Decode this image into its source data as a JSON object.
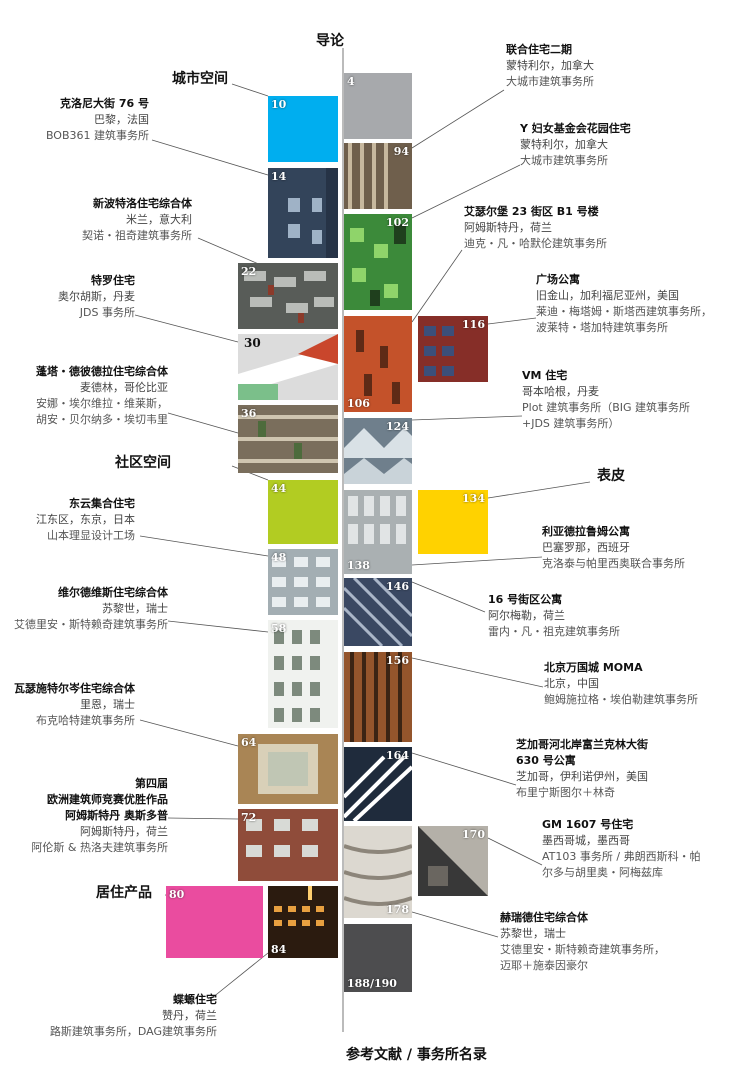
{
  "headings": {
    "top": "导论",
    "bottom": "参考文献 / 事务所名录",
    "urban": "城市空间",
    "community": "社区空间",
    "skin": "表皮",
    "product": "居住产品"
  },
  "colors": {
    "cyan": "#00aeef",
    "lime": "#b2cc22",
    "yellow": "#ffd200",
    "magenta": "#ea4c9f",
    "gray": "#a7a9ac",
    "dark": "#4d4d4f"
  },
  "tiles": {
    "t4": "4",
    "t10": "10",
    "t14": "14",
    "t22": "22",
    "t30": "30",
    "t36": "36",
    "t44": "44",
    "t48": "48",
    "t58": "58",
    "t64": "64",
    "t72": "72",
    "t80": "80",
    "t84": "84",
    "t94": "94",
    "t102": "102",
    "t106": "106",
    "t116": "116",
    "t124": "124",
    "t134": "134",
    "t138": "138",
    "t146": "146",
    "t156": "156",
    "t164": "164",
    "t170": "170",
    "t178": "178",
    "t188": "188/190"
  },
  "left": [
    {
      "title": "克洛尼大街 76 号",
      "place": "巴黎，法国",
      "firm": "BOB361 建筑事务所"
    },
    {
      "title": "新波特洛住宅综合体",
      "place": "米兰，意大利",
      "firm": "契诺・祖奇建筑事务所"
    },
    {
      "title": "特罗住宅",
      "place": "奥尔胡斯，丹麦",
      "firm": "JDS 事务所"
    },
    {
      "title": "蓬塔・德彼德拉住宅综合体",
      "place": "麦德林，哥伦比亚",
      "firm": "安娜・埃尔维拉・维莱斯，",
      "firm2": "胡安・贝尔纳多・埃切韦里"
    },
    {
      "title": "东云集合住宅",
      "place": "江东区，东京，日本",
      "firm": "山本理显设计工场"
    },
    {
      "title": "维尔德维斯住宅综合体",
      "place": "苏黎世，瑞士",
      "firm": "艾德里安・斯特赖奇建筑事务所"
    },
    {
      "title": "瓦瑟施特尔岑住宅综合体",
      "place": "里恩，瑞士",
      "firm": "布克哈特建筑事务所"
    },
    {
      "title": "第四届",
      "title2": "欧洲建筑师竞赛优胜作品",
      "title3": "阿姆斯特丹   奥斯多普",
      "place": "阿姆斯特丹，荷兰",
      "firm": "阿伦斯 & 热洛夫建筑事务所"
    },
    {
      "title": "蝶螈住宅",
      "place": "赞丹，荷兰",
      "firm": "路斯建筑事务所，DAG建筑事务所"
    }
  ],
  "right": [
    {
      "title": "联合住宅二期",
      "place": "蒙特利尔，加拿大",
      "firm": "大城市建筑事务所"
    },
    {
      "title": "Y 妇女基金会花园住宅",
      "place": "蒙特利尔，加拿大",
      "firm": "大城市建筑事务所"
    },
    {
      "title": "艾瑟尔堡 23 街区 B1 号楼",
      "place": "阿姆斯特丹，荷兰",
      "firm": "迪克・凡・哈默伦建筑事务所"
    },
    {
      "title": "广场公寓",
      "place": "旧金山，加利福尼亚州，美国",
      "firm": "莱迪・梅塔姆・斯塔西建筑事务所，",
      "firm2": "波莱特・塔加特建筑事务所"
    },
    {
      "title": "VM 住宅",
      "place": "哥本哈根，丹麦",
      "firm": "Plot 建筑事务所（BIG 建筑事务所",
      "firm2": "+JDS 建筑事务所）"
    },
    {
      "title": "利亚德拉鲁姆公寓",
      "place": "巴塞罗那，西班牙",
      "firm": "克洛泰与帕里西奥联合事务所"
    },
    {
      "title": "16 号街区公寓",
      "place": "阿尔梅勒，荷兰",
      "firm": "雷内・凡・祖克建筑事务所"
    },
    {
      "title": "北京万国城 MOMA",
      "place": "北京，中国",
      "firm": "鲍姆施拉格・埃伯勒建筑事务所"
    },
    {
      "title": "芝加哥河北岸富兰克林大街",
      "title2": "630 号公寓",
      "place": "芝加哥，伊利诺伊州，美国",
      "firm": "布里宁斯图尔＋林奇"
    },
    {
      "title": "GM 1607 号住宅",
      "place": "墨西哥城，墨西哥",
      "firm": "AT103 事务所 / 弗朗西斯科・帕",
      "firm2": "尔多与胡里奥・阿梅兹库"
    },
    {
      "title": "赫瑞德住宅综合体",
      "place": "苏黎世，瑞士",
      "firm": "艾德里安・斯特赖奇建筑事务所，",
      "firm2": "迈耶＋施泰因豪尔"
    }
  ]
}
